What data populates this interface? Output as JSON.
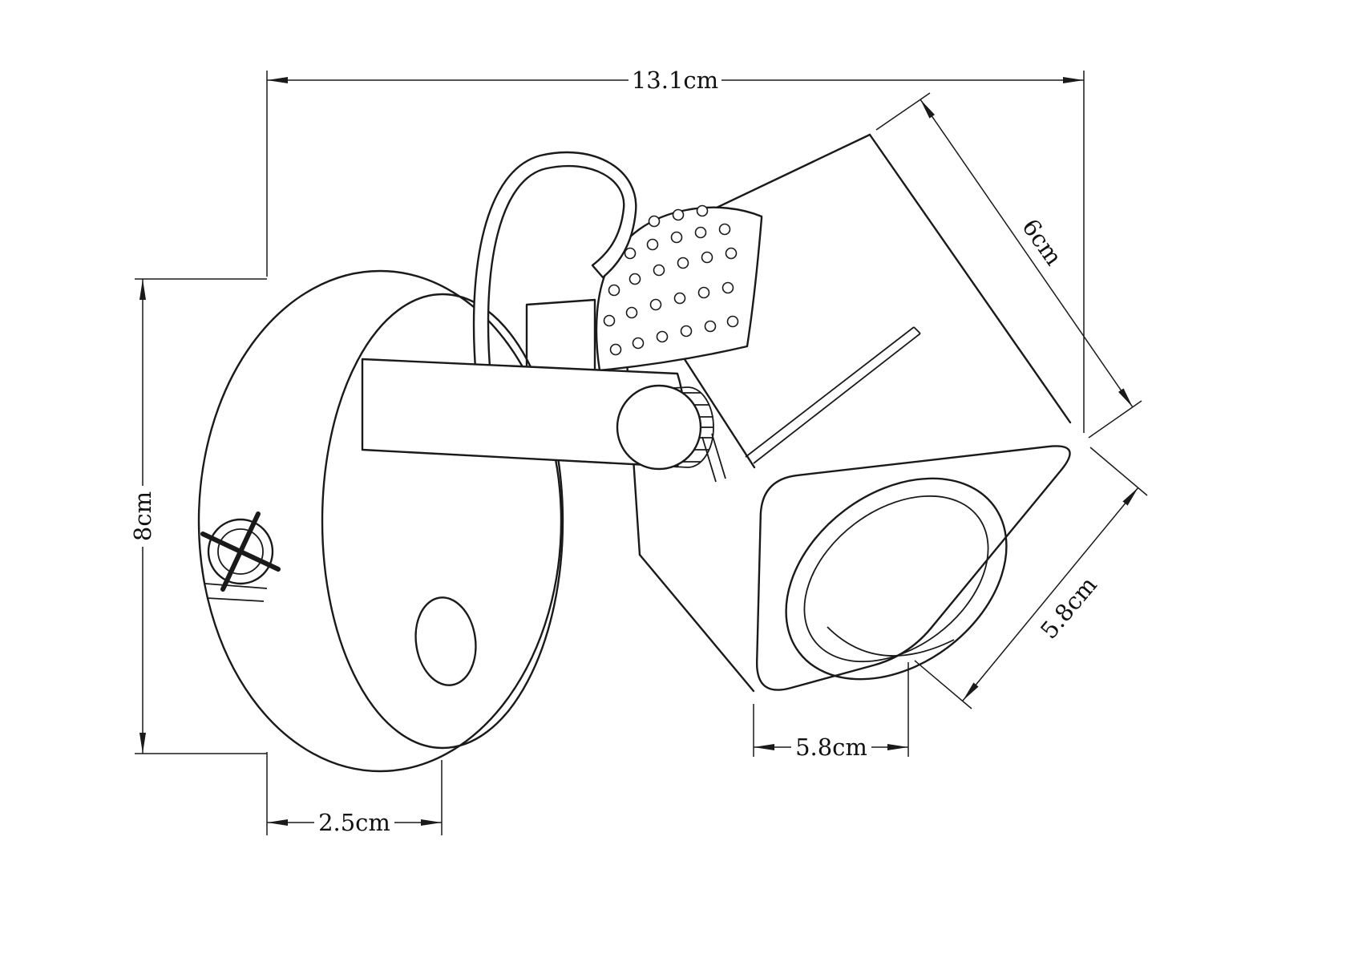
{
  "dimensions": {
    "total_width": {
      "label": "13.1cm"
    },
    "base_height": {
      "label": "8cm"
    },
    "head_depth": {
      "label": "6cm"
    },
    "face_side": {
      "label": "5.8cm"
    },
    "face_bottom": {
      "label": "5.8cm"
    },
    "base_thickness": {
      "label": "2.5cm"
    }
  },
  "colors": {
    "line": "#1a1a1a",
    "background": "#ffffff"
  }
}
